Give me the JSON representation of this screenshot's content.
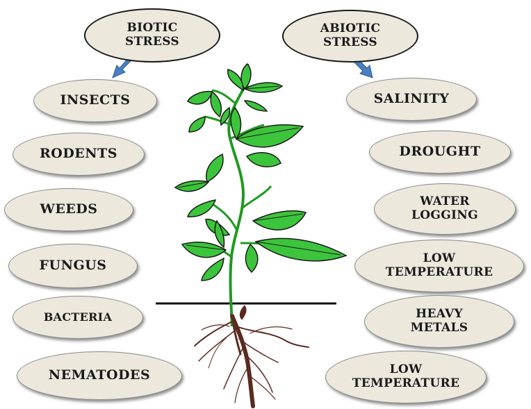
{
  "biotic": {
    "header": "BIOTIC\nSTRESS",
    "items": [
      "INSECTS",
      "RODENTS",
      "WEEDS",
      "FUNGUS",
      "BACTERIA",
      "NEMATODES"
    ]
  },
  "abiotic": {
    "header": "ABIOTIC\nSTRESS",
    "items": [
      "SALINITY",
      "DROUGHT",
      "WATER\nLOGGING",
      "LOW\nTEMPERATURE",
      "HEAVY\nMETALS",
      "LOW\nTEMPERATURE"
    ]
  },
  "colors": {
    "ellipse_fill": "#ece8dc",
    "arrow": "#4a7fc0",
    "leaf": "#3cc43c",
    "stem": "#1f9a1f",
    "root": "#5a2a20"
  }
}
